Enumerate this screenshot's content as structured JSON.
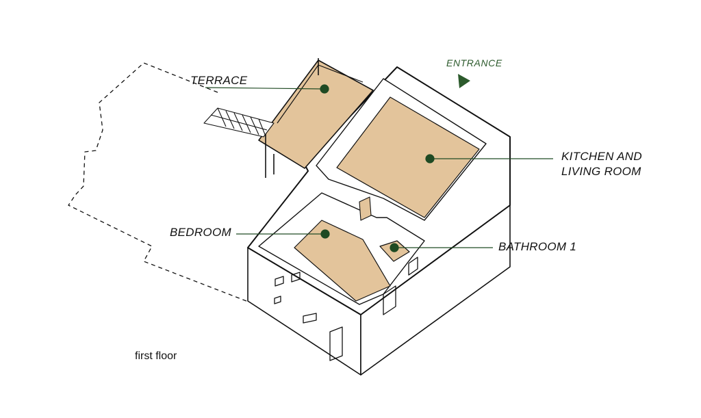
{
  "labels": {
    "entrance": "ENTRANCE",
    "terrace": "TERRACE",
    "kitchen_line1": "KITCHEN AND",
    "kitchen_line2": "LIVING ROOM",
    "bedroom": "BEDROOM",
    "bathroom": "BATHROOM 1",
    "floor": "first floor"
  },
  "colors": {
    "floor_fill": "#e3c49b",
    "leader_green": "#1f4a23",
    "entrance_green": "#2c5a2c",
    "wall_line": "#111111"
  },
  "icons": {
    "entrance_arrow": "triangle-pointer-icon",
    "room_marker": "dot-marker-icon"
  }
}
